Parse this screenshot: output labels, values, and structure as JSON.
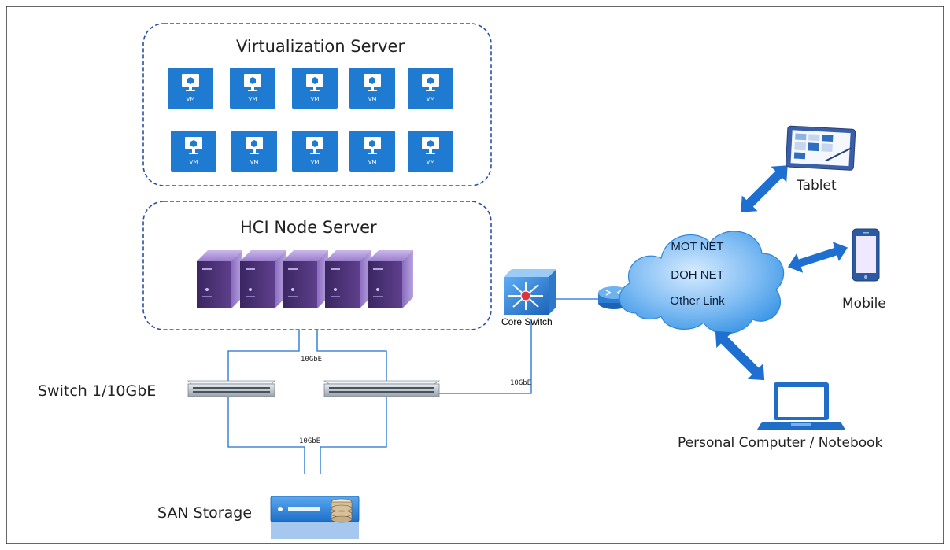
{
  "diagram": {
    "groups": {
      "virtualization": "Virtualization Server",
      "hci": "HCI Node Server"
    },
    "vm_label": "VM",
    "vm_count": 10,
    "switch_label": "Switch 1/10GbE",
    "san_label": "SAN Storage",
    "core_switch_label": "Core Switch",
    "links": {
      "top": "10GbE",
      "bottom": "10GbE",
      "core": "10GbE"
    },
    "cloud_lines": [
      "MOT NET",
      "DOH NET",
      "Other Link"
    ],
    "devices": {
      "tablet": "Tablet",
      "mobile": "Mobile",
      "pc": "Personal Computer / Notebook"
    },
    "colors": {
      "vm_tile": "#1f7ad1",
      "group_border": "#2b4fa8",
      "cloud": "#2b8ce3",
      "arrow": "#1e6fd0",
      "server": "#6f4a9a"
    }
  }
}
